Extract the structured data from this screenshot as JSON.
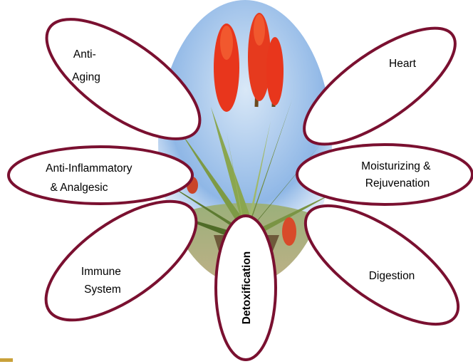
{
  "petals": [
    {
      "id": "anti-aging",
      "lines": [
        "Anti-",
        "Aging"
      ]
    },
    {
      "id": "heart",
      "lines": [
        "Heart"
      ]
    },
    {
      "id": "anti-inflammatory",
      "lines": [
        "Anti-Inflammatory",
        "& Analgesic"
      ]
    },
    {
      "id": "moisturizing",
      "lines": [
        "Moisturizing &",
        "Rejuvenation"
      ]
    },
    {
      "id": "immune-system",
      "lines": [
        "Immune",
        "System"
      ]
    },
    {
      "id": "digestion",
      "lines": [
        "Digestion"
      ]
    },
    {
      "id": "detoxification",
      "lines": [
        "Detoxification"
      ],
      "bold": true,
      "vertical": true
    }
  ],
  "colors": {
    "petal_outline": "#7a1030",
    "sky_top": "#8fb7e6",
    "flower_red": "#e8361c",
    "leaf_green": "#6f8a3a",
    "corner_accent": "#c9a13a"
  },
  "center_image": "aloe-plant-photo"
}
